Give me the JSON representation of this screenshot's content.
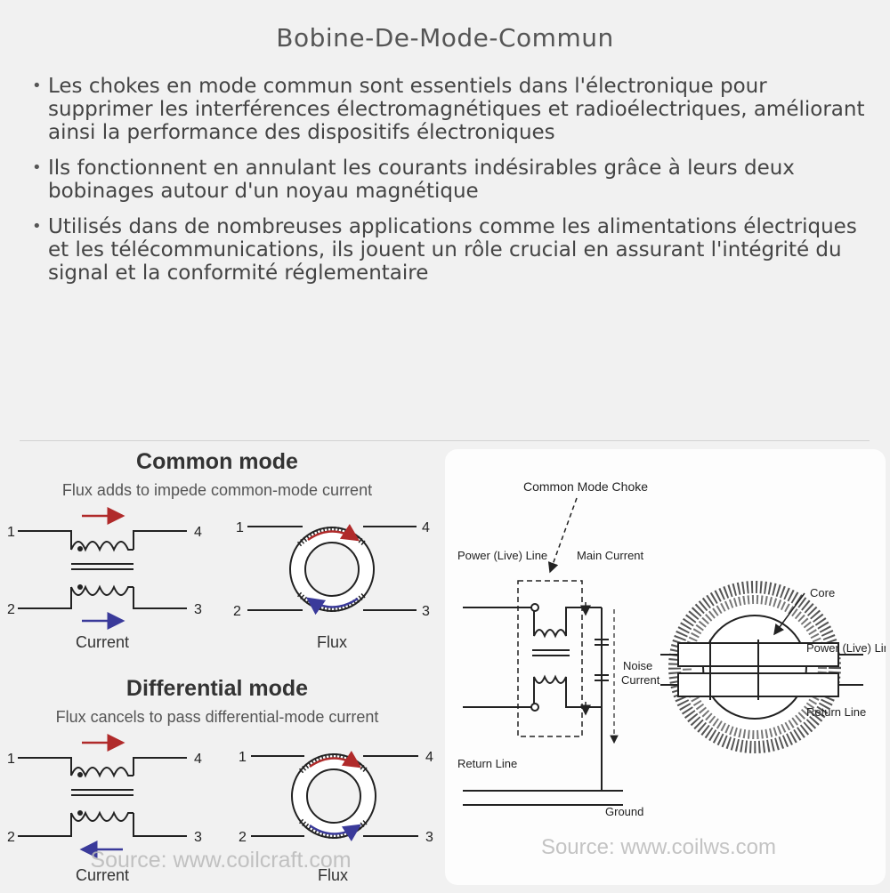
{
  "title": "Bobine-De-Mode-Commun",
  "bullets": [
    "Les chokes en mode commun sont essentiels dans l'électronique pour supprimer les interférences électromagnétiques et radioélectriques, améliorant ainsi la performance des dispositifs électroniques",
    "Ils fonctionnent en annulant les courants indésirables grâce à leurs deux bobinages autour d'un noyau magnétique",
    "Utilisés dans de nombreuses applications comme les alimentations électriques et les télécommunications, ils jouent un rôle crucial en assurant l'intégrité du signal et la conformité réglementaire"
  ],
  "left_figure": {
    "common_title": "Common mode",
    "common_subtitle": "Flux adds to impede common-mode current",
    "diff_title": "Differential mode",
    "diff_subtitle": "Flux cancels to pass differential-mode current",
    "current_label": "Current",
    "flux_label": "Flux",
    "pin_1": "1",
    "pin_2": "2",
    "pin_3": "3",
    "pin_4": "4",
    "source": "Source: www.coilcraft.com"
  },
  "right_figure": {
    "choke_label": "Common Mode Choke",
    "power_line": "Power (Live) Line",
    "main_current": "Main Current",
    "noise_label": "Noise",
    "noise_current": "Current",
    "return_line": "Return Line",
    "ground": "Ground",
    "core": "Core",
    "power_line_right": "Power (Live) Line",
    "return_line_right": "Return Line",
    "source": "Source: www.coilws.com"
  },
  "colors": {
    "red_arrow": "#b02a2a",
    "blue_arrow": "#3a3a9a"
  }
}
